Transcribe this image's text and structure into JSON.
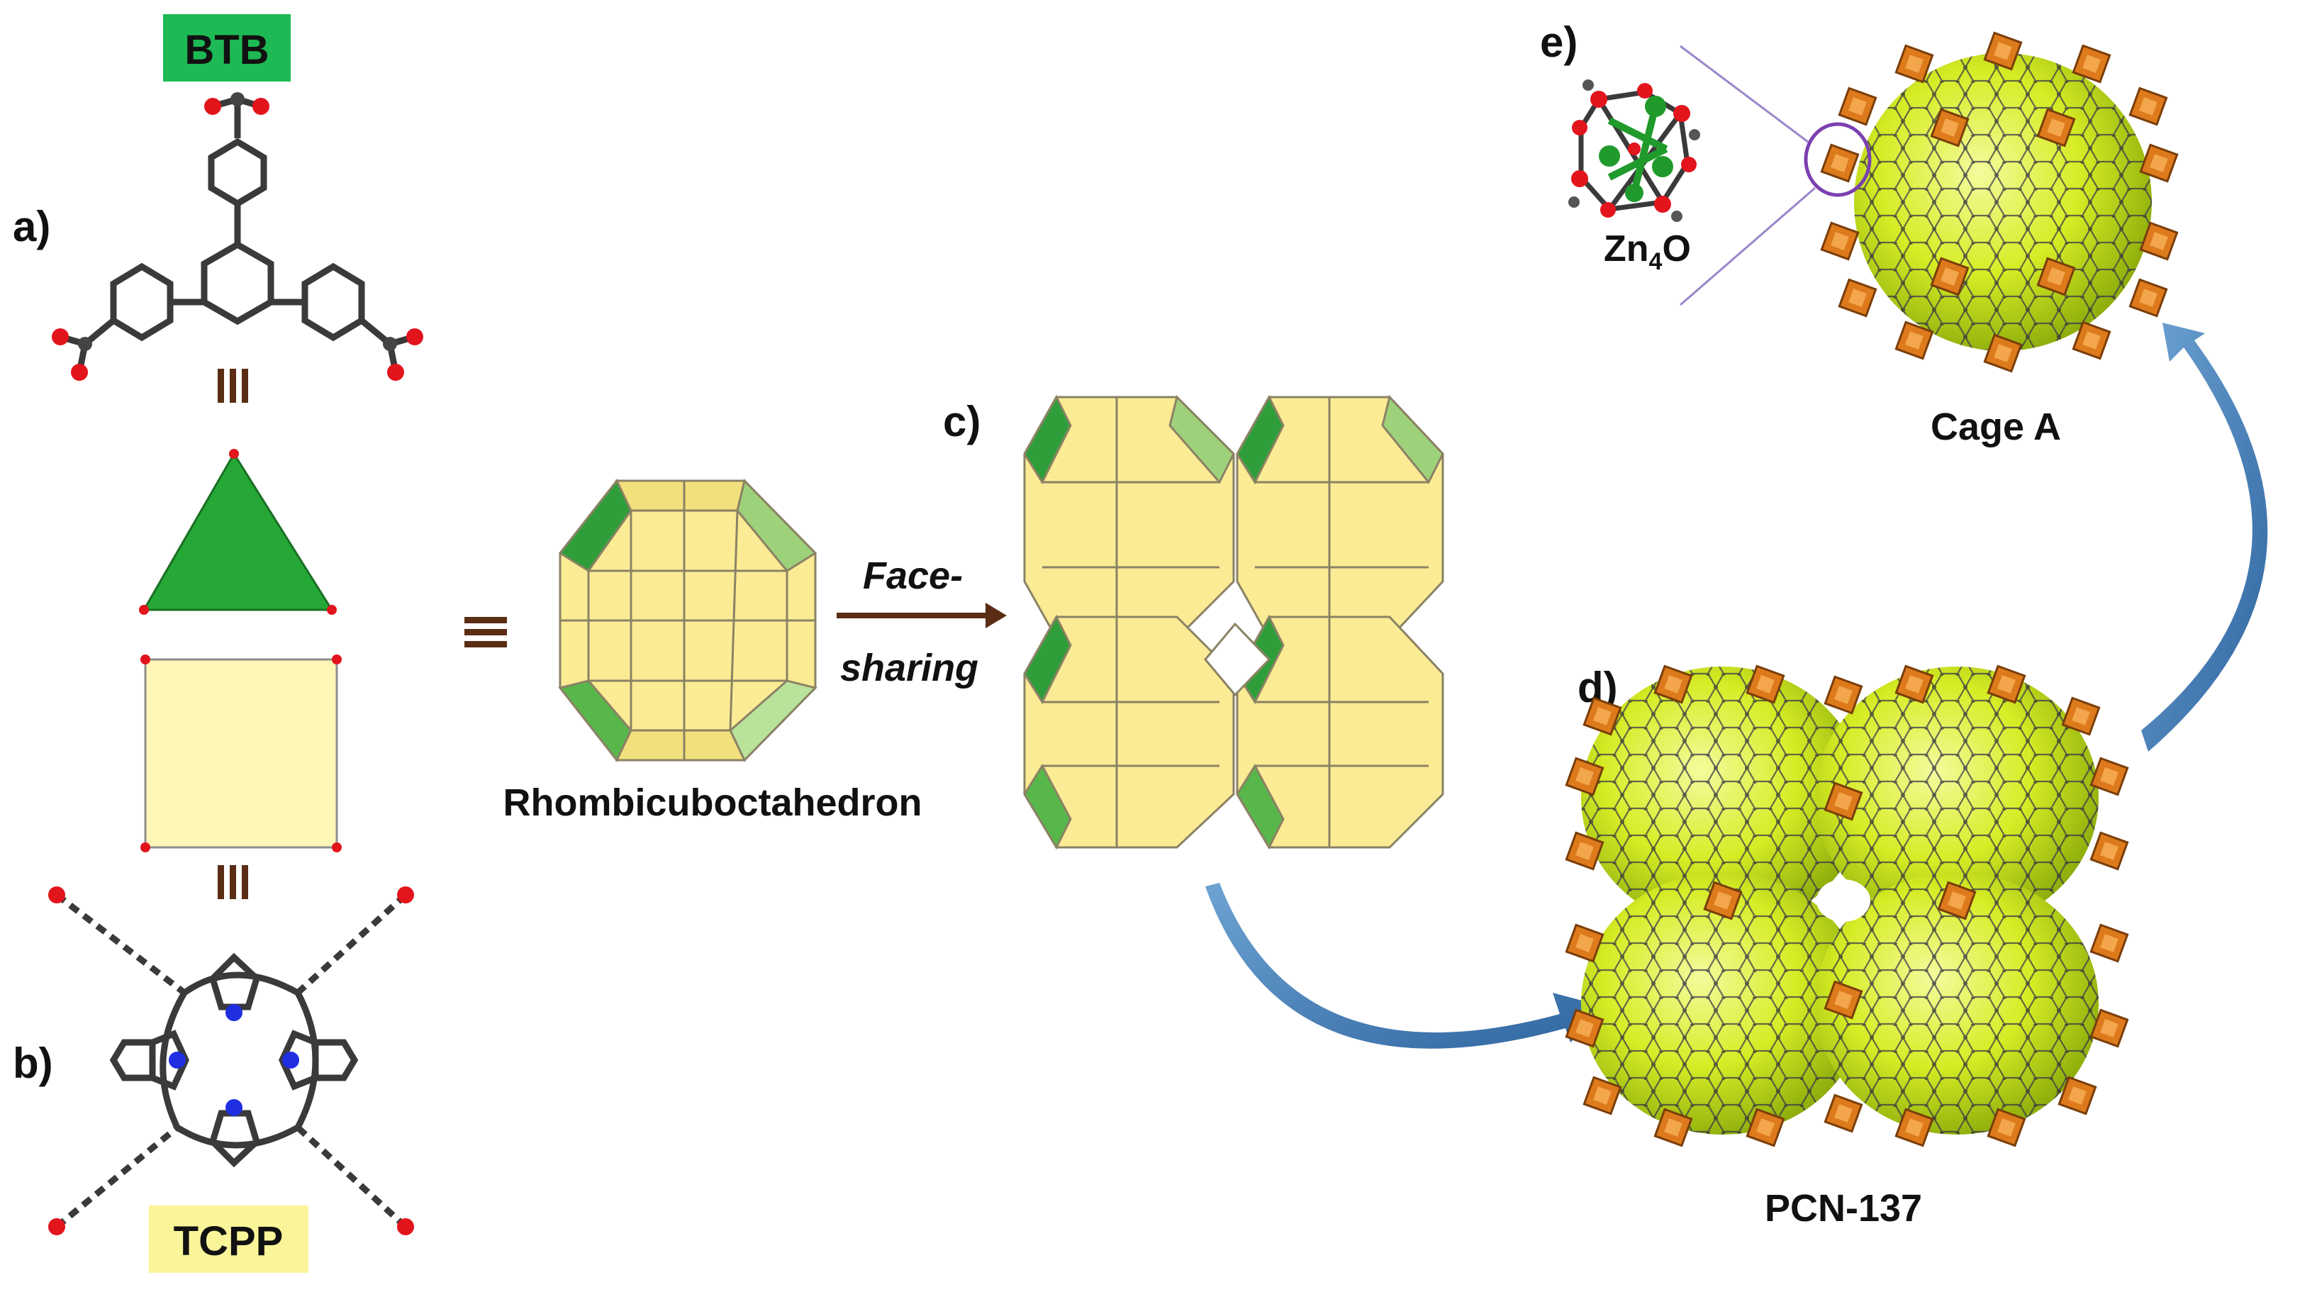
{
  "panel_labels": {
    "a": "a)",
    "b": "b)",
    "c": "c)",
    "d": "d)",
    "e": "e)"
  },
  "badges": {
    "btb": "BTB",
    "tcpp": "TCPP"
  },
  "captions": {
    "rhombicuboctahedron": "Rhombicuboctahedron",
    "face": "Face-",
    "sharing": "sharing",
    "pcn": "PCN-137",
    "cage": "Cage A",
    "zn4o_main": "Zn",
    "zn4o_sub": "4",
    "zn4o_tail": "O"
  },
  "colors": {
    "btb_badge": "#1db954",
    "tcpp_badge": "#fbf59a",
    "triangle": "#26a836",
    "square": "#fdf6b7",
    "poly_yellow": "#f9ec8c",
    "poly_green": "#2f9e3a",
    "cage_yellow": "#d9ef2a",
    "orange": "#d9771f",
    "arrow_blue": "#3d79b4",
    "arrow_brown": "#5a2d14",
    "oxygen": "#e2141c",
    "nitrogen": "#1f2ee0",
    "carbon": "#444444",
    "zinc": "#1f9a2b"
  }
}
